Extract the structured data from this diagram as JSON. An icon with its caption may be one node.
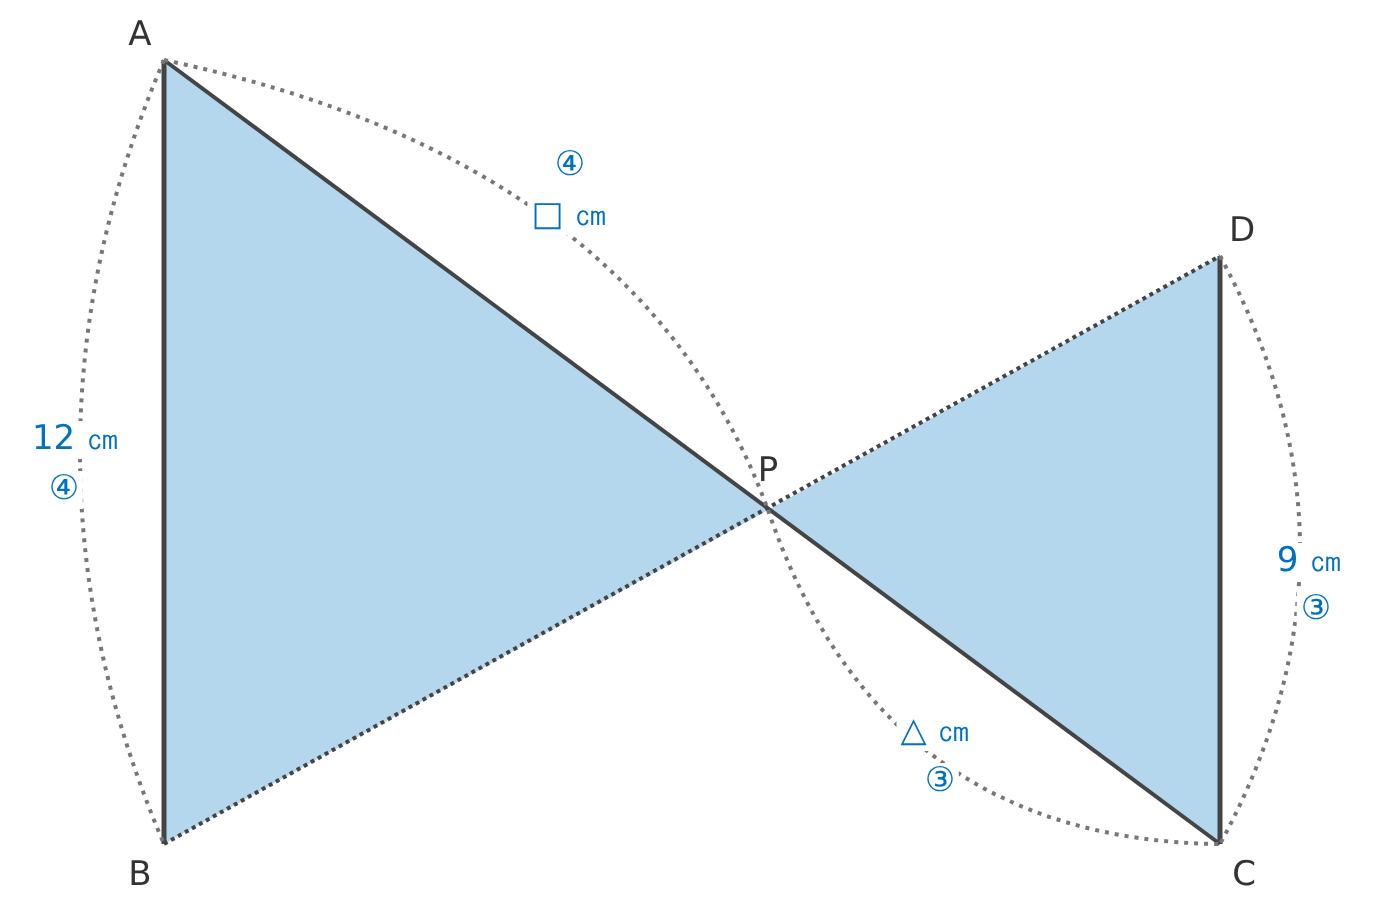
{
  "diagram": {
    "labels": [
      "A",
      "④",
      "□ ㎝",
      "D",
      "12 ㎝",
      "④",
      "P",
      "9 ㎝",
      "③",
      "△ ㎝",
      "③",
      "B",
      "C"
    ]
  }
}
